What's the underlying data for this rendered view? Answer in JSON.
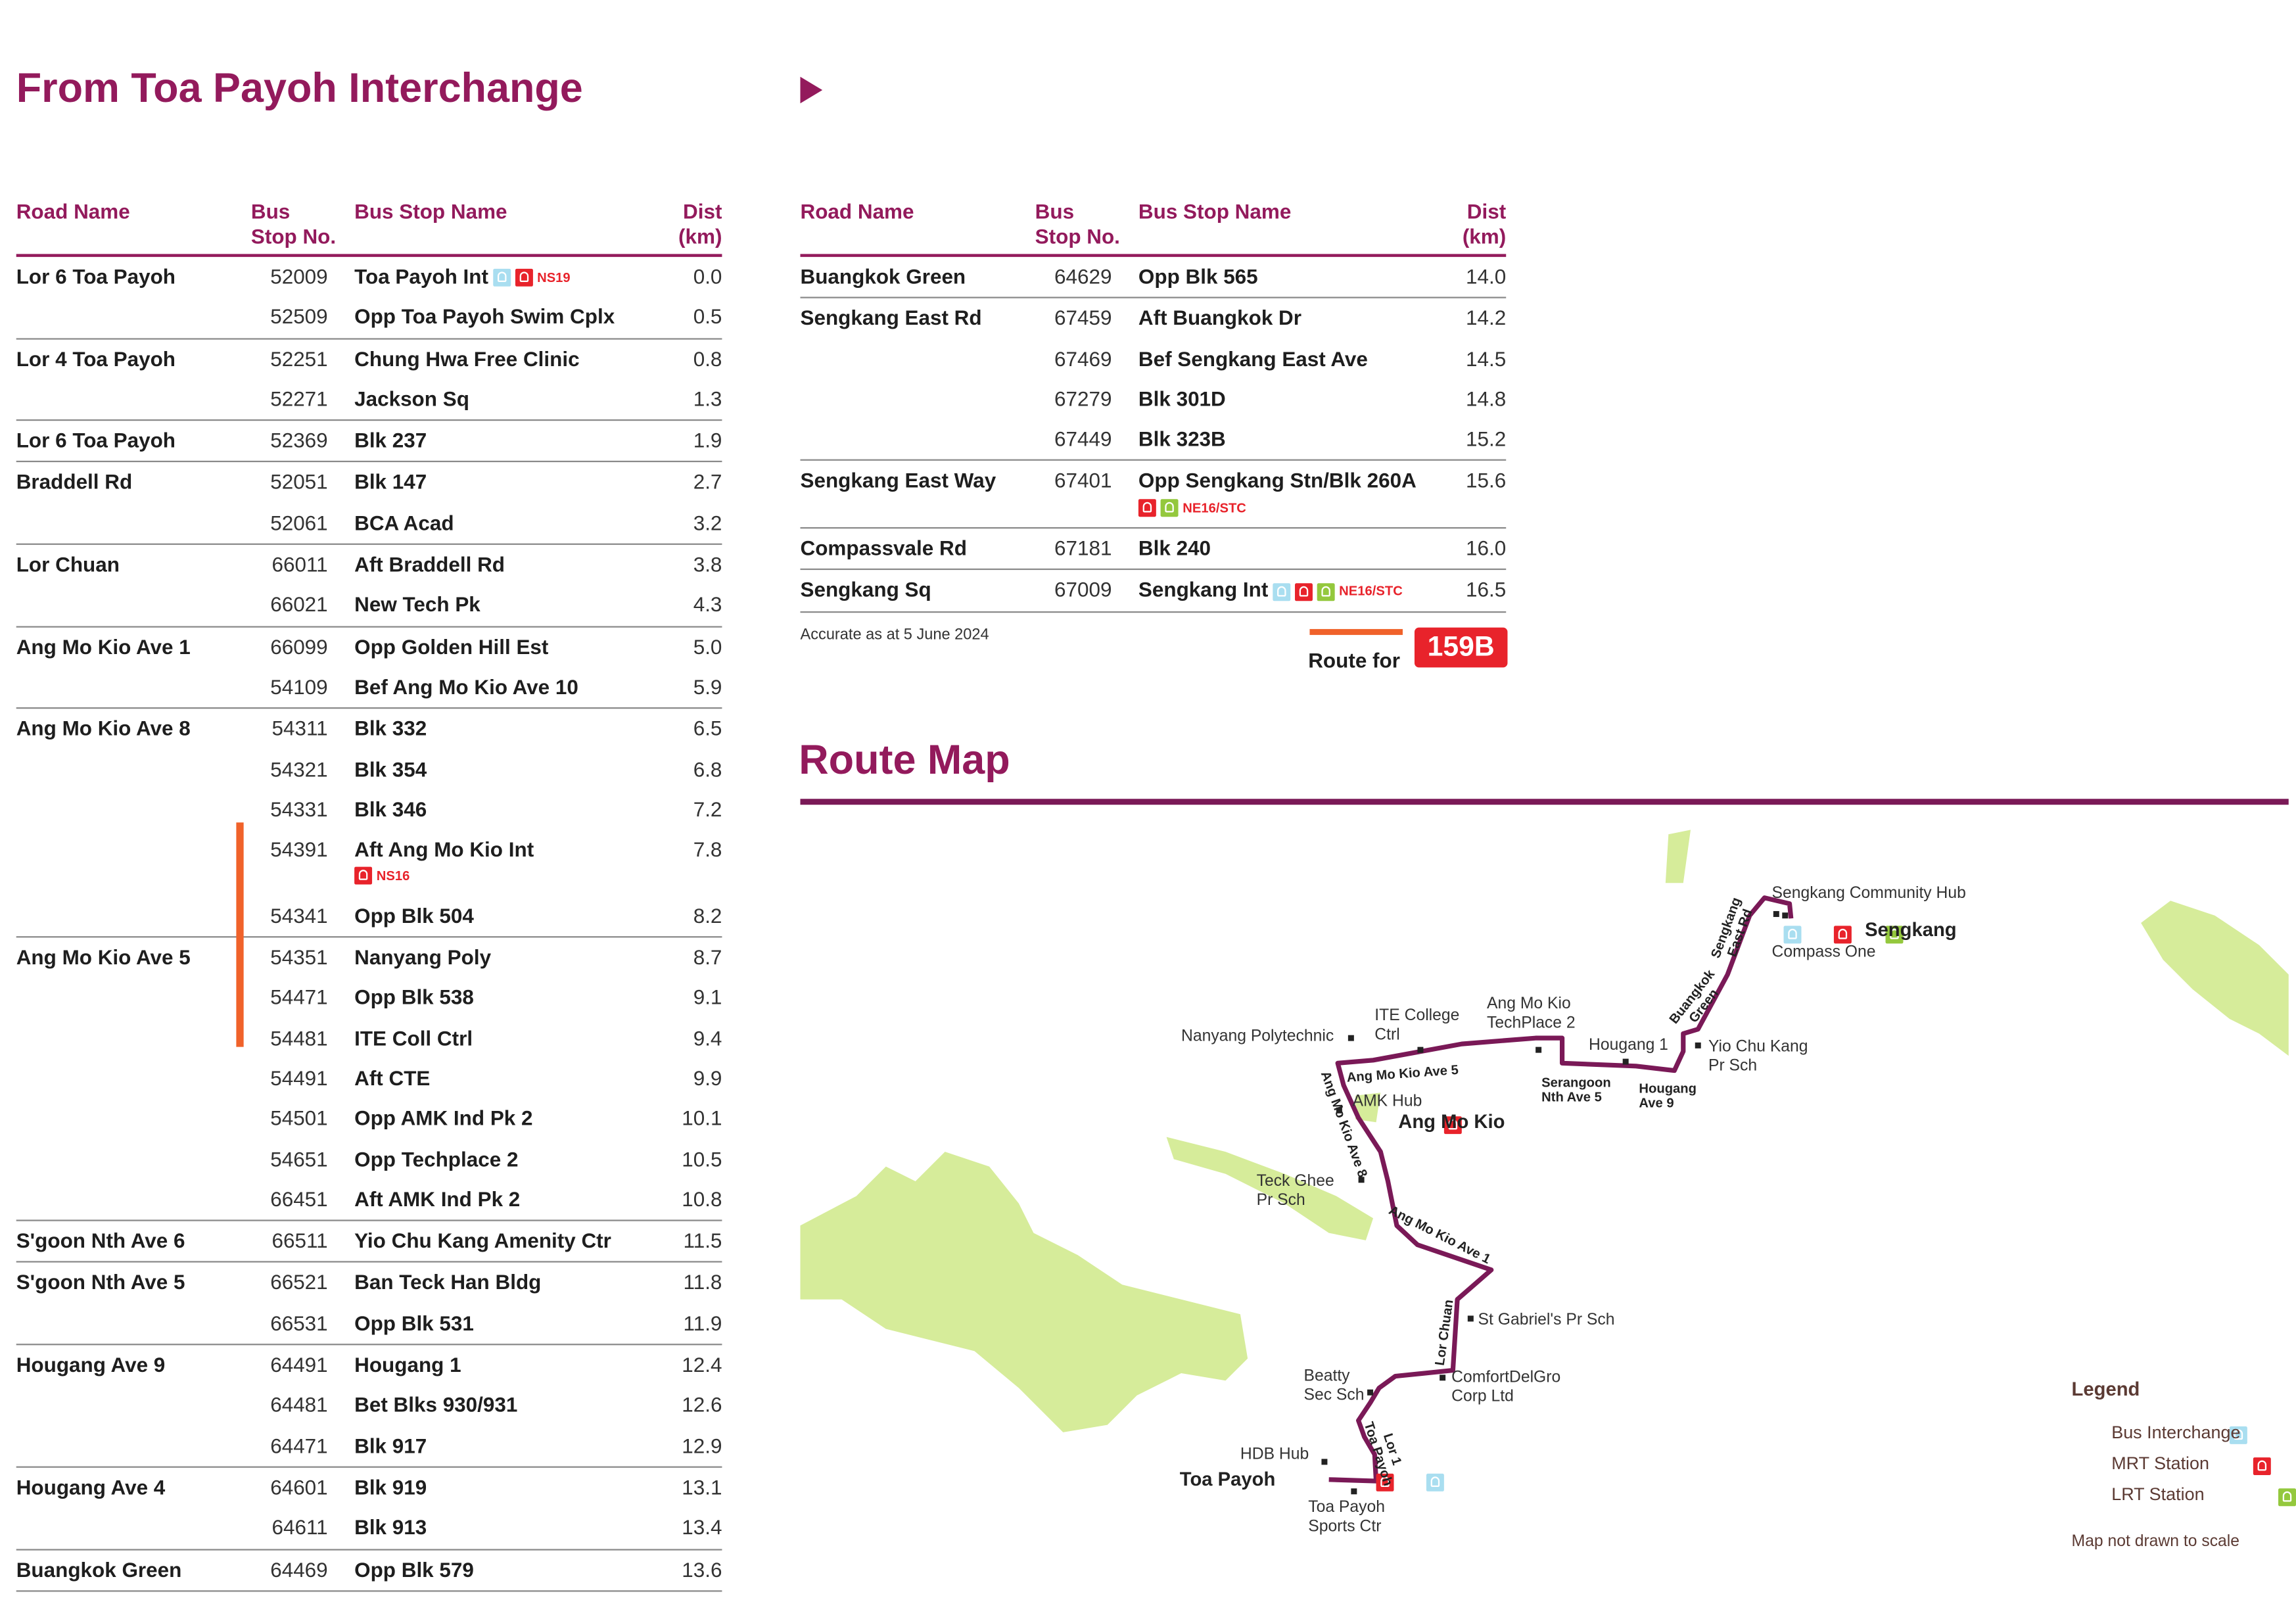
{
  "header": {
    "title": "From Toa Payoh Interchange"
  },
  "table_headers": {
    "road": "Road Name",
    "stop_no_1": "Bus",
    "stop_no_2": "Stop No.",
    "stop_name": "Bus Stop Name",
    "dist_1": "Dist",
    "dist_2": "(km)"
  },
  "left_table": [
    {
      "road": "Lor 6 Toa Payoh",
      "stops": [
        {
          "no": "52009",
          "name": "Toa Payoh Int",
          "dist": "0.0",
          "badges": [
            "bus",
            "mrt"
          ],
          "code": "NS19",
          "inline": true
        },
        {
          "no": "52509",
          "name": "Opp Toa Payoh Swim Cplx",
          "dist": "0.5"
        }
      ]
    },
    {
      "road": "Lor 4 Toa Payoh",
      "stops": [
        {
          "no": "52251",
          "name": "Chung Hwa Free Clinic",
          "dist": "0.8"
        },
        {
          "no": "52271",
          "name": "Jackson Sq",
          "dist": "1.3"
        }
      ]
    },
    {
      "road": "Lor 6 Toa Payoh",
      "stops": [
        {
          "no": "52369",
          "name": "Blk 237",
          "dist": "1.9"
        }
      ]
    },
    {
      "road": "Braddell Rd",
      "stops": [
        {
          "no": "52051",
          "name": "Blk 147",
          "dist": "2.7"
        },
        {
          "no": "52061",
          "name": "BCA Acad",
          "dist": "3.2"
        }
      ]
    },
    {
      "road": "Lor Chuan",
      "stops": [
        {
          "no": "66011",
          "name": "Aft Braddell Rd",
          "dist": "3.8"
        },
        {
          "no": "66021",
          "name": "New Tech Pk",
          "dist": "4.3"
        }
      ]
    },
    {
      "road": "Ang Mo Kio Ave 1",
      "stops": [
        {
          "no": "66099",
          "name": "Opp Golden Hill Est",
          "dist": "5.0"
        },
        {
          "no": "54109",
          "name": "Bef Ang Mo Kio Ave 10",
          "dist": "5.9"
        }
      ]
    },
    {
      "road": "Ang Mo Kio Ave 8",
      "stops": [
        {
          "no": "54311",
          "name": "Blk 332",
          "dist": "6.5"
        },
        {
          "no": "54321",
          "name": "Blk 354",
          "dist": "6.8"
        },
        {
          "no": "54331",
          "name": "Blk 346",
          "dist": "7.2"
        },
        {
          "no": "54391",
          "name": "Aft Ang Mo Kio Int",
          "dist": "7.8",
          "badges": [
            "mrt"
          ],
          "code": "NS16"
        },
        {
          "no": "54341",
          "name": "Opp Blk 504",
          "dist": "8.2"
        }
      ]
    },
    {
      "road": "Ang Mo Kio Ave 5",
      "stops": [
        {
          "no": "54351",
          "name": "Nanyang Poly",
          "dist": "8.7"
        },
        {
          "no": "54471",
          "name": "Opp Blk 538",
          "dist": "9.1"
        },
        {
          "no": "54481",
          "name": "ITE Coll Ctrl",
          "dist": "9.4"
        },
        {
          "no": "54491",
          "name": "Aft CTE",
          "dist": "9.9"
        },
        {
          "no": "54501",
          "name": "Opp AMK Ind Pk 2",
          "dist": "10.1"
        },
        {
          "no": "54651",
          "name": "Opp Techplace 2",
          "dist": "10.5"
        },
        {
          "no": "66451",
          "name": "Aft AMK Ind Pk 2",
          "dist": "10.8"
        }
      ]
    },
    {
      "road": "S'goon Nth Ave 6",
      "stops": [
        {
          "no": "66511",
          "name": "Yio Chu Kang Amenity Ctr",
          "dist": "11.5"
        }
      ]
    },
    {
      "road": "S'goon Nth Ave 5",
      "stops": [
        {
          "no": "66521",
          "name": "Ban Teck Han Bldg",
          "dist": "11.8"
        },
        {
          "no": "66531",
          "name": "Opp Blk 531",
          "dist": "11.9"
        }
      ]
    },
    {
      "road": "Hougang Ave 9",
      "stops": [
        {
          "no": "64491",
          "name": "Hougang 1",
          "dist": "12.4"
        },
        {
          "no": "64481",
          "name": "Bet Blks 930/931",
          "dist": "12.6"
        },
        {
          "no": "64471",
          "name": "Blk 917",
          "dist": "12.9"
        }
      ]
    },
    {
      "road": "Hougang Ave 4",
      "stops": [
        {
          "no": "64601",
          "name": "Blk 919",
          "dist": "13.1"
        },
        {
          "no": "64611",
          "name": "Blk 913",
          "dist": "13.4"
        }
      ]
    },
    {
      "road": "Buangkok Green",
      "stops": [
        {
          "no": "64469",
          "name": "Opp Blk 579",
          "dist": "13.6"
        }
      ]
    }
  ],
  "right_table": [
    {
      "road": "Buangkok Green",
      "stops": [
        {
          "no": "64629",
          "name": "Opp Blk 565",
          "dist": "14.0"
        }
      ]
    },
    {
      "road": "Sengkang East Rd",
      "stops": [
        {
          "no": "67459",
          "name": "Aft Buangkok Dr",
          "dist": "14.2"
        },
        {
          "no": "67469",
          "name": "Bef Sengkang East Ave",
          "dist": "14.5"
        },
        {
          "no": "67279",
          "name": "Blk 301D",
          "dist": "14.8"
        },
        {
          "no": "67449",
          "name": "Blk 323B",
          "dist": "15.2"
        }
      ]
    },
    {
      "road": "Sengkang East Way",
      "stops": [
        {
          "no": "67401",
          "name": "Opp Sengkang Stn/Blk 260A",
          "dist": "15.6",
          "badges": [
            "mrt",
            "lrt"
          ],
          "code": "NE16/STC"
        }
      ]
    },
    {
      "road": "Compassvale Rd",
      "stops": [
        {
          "no": "67181",
          "name": "Blk 240",
          "dist": "16.0"
        }
      ]
    },
    {
      "road": "Sengkang Sq",
      "stops": [
        {
          "no": "67009",
          "name": "Sengkang Int",
          "dist": "16.5",
          "badges": [
            "bus",
            "mrt",
            "lrt"
          ],
          "code": "NE16/STC",
          "inline": true
        }
      ]
    }
  ],
  "footer": {
    "accurate": "Accurate as at 5 June 2024",
    "route_for": "Route for",
    "route_no": "159B"
  },
  "route_map": {
    "title": "Route Map",
    "labels": {
      "sengkang_hub": "Sengkang Community Hub",
      "sengkang": "Sengkang",
      "compass_one": "Compass One",
      "sengkang_east_rd_1": "Sengkang",
      "sengkang_east_rd_2": "East Rd",
      "buangkok_green_1": "Buangkok",
      "buangkok_green_2": "Green",
      "yck_1": "Yio Chu Kang",
      "yck_2": "Pr Sch",
      "hougang1": "Hougang 1",
      "hougang_ave9_1": "Hougang",
      "hougang_ave9_2": "Ave 9",
      "sgn_1": "Serangoon",
      "sgn_2": "Nth Ave 5",
      "techplace_1": "Ang Mo Kio",
      "techplace_2": "TechPlace 2",
      "ite_1": "ITE College",
      "ite_2": "Ctrl",
      "nyp": "Nanyang Polytechnic",
      "amk_ave5": "Ang Mo Kio Ave 5",
      "amk_hub": "AMK Hub",
      "amk": "Ang Mo Kio",
      "amk_ave8": "Ang Mo Kio Ave 8",
      "teck_ghee_1": "Teck Ghee",
      "teck_ghee_2": "Pr Sch",
      "amk_ave1": "Ang Mo Kio Ave 1",
      "lor_chuan": "Lor Chuan",
      "st_gabriel": "St Gabriel's Pr Sch",
      "cdg_1": "ComfortDelGro",
      "cdg_2": "Corp Ltd",
      "beatty_1": "Beatty",
      "beatty_2": "Sec Sch",
      "lor1_1": "Lor 1",
      "lor1_2": "Toa Payoh",
      "hdb_hub": "HDB Hub",
      "toa_payoh": "Toa Payoh",
      "tp_sports_1": "Toa Payoh",
      "tp_sports_2": "Sports Ctr"
    },
    "legend": {
      "title": "Legend",
      "bus": "Bus Interchange",
      "mrt": "MRT Station",
      "lrt": "LRT Station",
      "note": "Map not drawn to scale"
    }
  },
  "colors": {
    "brand": "#931a5c",
    "route_line": "#7a1957",
    "mrt": "#e8232b",
    "lrt": "#94c83d",
    "bus": "#a9def0",
    "green_area": "#d6ec9a",
    "highlight": "#f0622a"
  }
}
